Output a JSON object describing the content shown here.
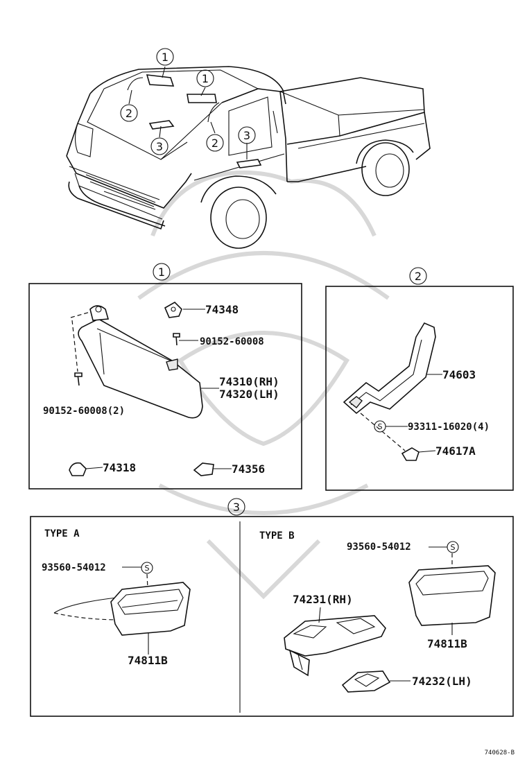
{
  "callouts": {
    "c1": "1",
    "c2": "2",
    "c3": "3"
  },
  "panel1": {
    "p74348": "74348",
    "p90152a": "90152-60008",
    "p74310": "74310(RH)",
    "p74320": "74320(LH)",
    "p90152b": "90152-60008(2)",
    "p74318": "74318",
    "p74356": "74356"
  },
  "panel2": {
    "p74603": "74603",
    "p93311": "93311-16020(4)",
    "p74617": "74617A",
    "s_mark": "S"
  },
  "panel3": {
    "type_a": "TYPE A",
    "type_b": "TYPE B",
    "a_screw": "93560-54012",
    "a_part": "74811B",
    "b_screw": "93560-54012",
    "b_part": "74811B",
    "p74231": "74231(RH)",
    "p74232": "74232(LH)",
    "s_mark": "S"
  },
  "footer": {
    "code": "740628-B"
  }
}
